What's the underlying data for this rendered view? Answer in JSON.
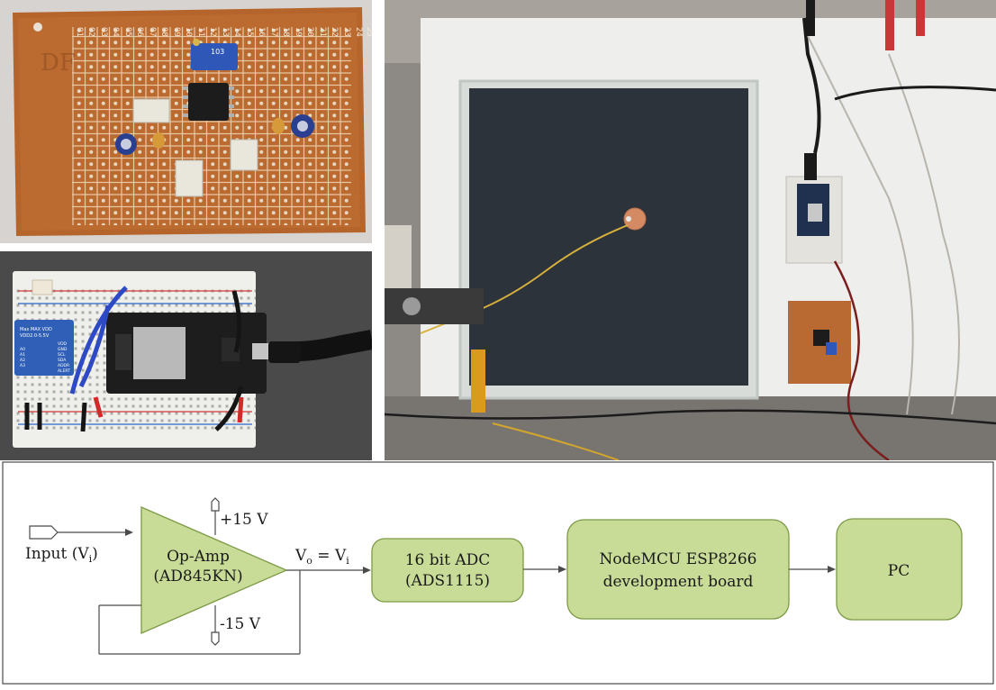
{
  "photos": {
    "top_left": {
      "board_text": "DF",
      "trimmer_code": "103",
      "column_numbers": [
        "01",
        "02",
        "03",
        "04",
        "05",
        "06",
        "07",
        "08",
        "09",
        "10",
        "11",
        "12",
        "13",
        "14",
        "15",
        "16",
        "17",
        "18",
        "19",
        "20",
        "21",
        "22",
        "23",
        "24",
        "25"
      ]
    },
    "middle_left": {
      "module_text": [
        "Max MAX VDD",
        "VDD2.0-5.5V"
      ],
      "pin_labels": [
        "VDD",
        "GND",
        "SCL",
        "SDA",
        "ADDR",
        "ALERT",
        "A0",
        "A1",
        "A2",
        "A3"
      ]
    },
    "right": {}
  },
  "diagram": {
    "input_label": "Input (V",
    "input_sub": "i",
    "input_close": ")",
    "opamp_line1": "Op-Amp",
    "opamp_line2": "(AD845KN)",
    "vplus": "+15 V",
    "vminus": "-15 V",
    "vo_v": "V",
    "vo_sub": "o",
    "vo_eq": " = V",
    "vo_sub2": "i",
    "adc_line1": "16 bit ADC",
    "adc_line2": "(ADS1115)",
    "mcu_line1": "NodeMCU ESP8266",
    "mcu_line2": "development board",
    "pc_label": "PC"
  }
}
